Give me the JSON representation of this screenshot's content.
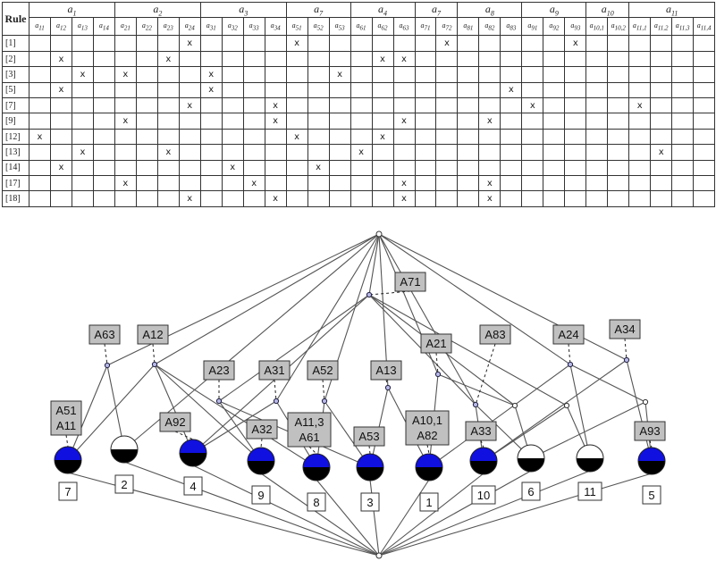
{
  "table": {
    "rule_header": "Rule",
    "groups": [
      {
        "label": "a1",
        "subs": [
          "a11",
          "a12",
          "a13",
          "a14"
        ]
      },
      {
        "label": "a2",
        "subs": [
          "a21",
          "a22",
          "a23",
          "a24"
        ]
      },
      {
        "label": "a3",
        "subs": [
          "a31",
          "a32",
          "a33",
          "a34"
        ]
      },
      {
        "label": "a7",
        "subs": [
          "a51",
          "a52",
          "a53"
        ]
      },
      {
        "label": "a4",
        "subs": [
          "a61",
          "a62",
          "a63"
        ]
      },
      {
        "label": "a7",
        "subs": [
          "a71",
          "a72"
        ]
      },
      {
        "label": "a8",
        "subs": [
          "a81",
          "a82",
          "a83"
        ]
      },
      {
        "label": "a9",
        "subs": [
          "a91",
          "a92",
          "a93"
        ]
      },
      {
        "label": "a10",
        "subs": [
          "a10,1",
          "a10,2"
        ]
      },
      {
        "label": "a11",
        "subs": [
          "a11,1",
          "a11,2",
          "a11,3",
          "a11,4"
        ]
      }
    ],
    "mark": "x",
    "rows": [
      {
        "rule": "[1]",
        "marks": [
          7,
          12,
          19,
          25
        ]
      },
      {
        "rule": "[2]",
        "marks": [
          1,
          6,
          16,
          17
        ]
      },
      {
        "rule": "[3]",
        "marks": [
          2,
          4,
          8,
          14
        ]
      },
      {
        "rule": "[5]",
        "marks": [
          1,
          8,
          22
        ]
      },
      {
        "rule": "[7]",
        "marks": [
          7,
          11,
          23,
          28
        ]
      },
      {
        "rule": "[9]",
        "marks": [
          4,
          11,
          17,
          21
        ]
      },
      {
        "rule": "[12]",
        "marks": [
          0,
          12,
          16
        ]
      },
      {
        "rule": "[13]",
        "marks": [
          2,
          6,
          15,
          29
        ]
      },
      {
        "rule": "[14]",
        "marks": [
          1,
          9,
          13
        ]
      },
      {
        "rule": "[17]",
        "marks": [
          4,
          10,
          17,
          21
        ]
      },
      {
        "rule": "[18]",
        "marks": [
          7,
          11,
          17,
          21
        ]
      }
    ]
  },
  "lattice": {
    "attribute_labels": [
      {
        "id": "A71",
        "lines": [
          "A71"
        ]
      },
      {
        "id": "A63",
        "lines": [
          "A63"
        ]
      },
      {
        "id": "A12",
        "lines": [
          "A12"
        ]
      },
      {
        "id": "A21",
        "lines": [
          "A21"
        ]
      },
      {
        "id": "A83",
        "lines": [
          "A83"
        ]
      },
      {
        "id": "A24",
        "lines": [
          "A24"
        ]
      },
      {
        "id": "A34",
        "lines": [
          "A34"
        ]
      },
      {
        "id": "A23",
        "lines": [
          "A23"
        ]
      },
      {
        "id": "A31",
        "lines": [
          "A31"
        ]
      },
      {
        "id": "A52",
        "lines": [
          "A52"
        ]
      },
      {
        "id": "A13",
        "lines": [
          "A13"
        ]
      },
      {
        "id": "A51A11",
        "lines": [
          "A51",
          "A11"
        ]
      },
      {
        "id": "A92",
        "lines": [
          "A92"
        ]
      },
      {
        "id": "A32",
        "lines": [
          "A32"
        ]
      },
      {
        "id": "A113A61",
        "lines": [
          "A11,3",
          "A61"
        ]
      },
      {
        "id": "A53",
        "lines": [
          "A53"
        ]
      },
      {
        "id": "A101A82",
        "lines": [
          "A10,1",
          "A82"
        ]
      },
      {
        "id": "A33",
        "lines": [
          "A33"
        ]
      },
      {
        "id": "A93",
        "lines": [
          "A93"
        ]
      }
    ],
    "object_labels": [
      "7",
      "2",
      "4",
      "9",
      "8",
      "3",
      "1",
      "10",
      "6",
      "11",
      "5"
    ],
    "colors": {
      "filled": "#1010e0",
      "empty": "#ffffff",
      "dark": "#000000",
      "label_bg": "#c0c0c0"
    }
  }
}
